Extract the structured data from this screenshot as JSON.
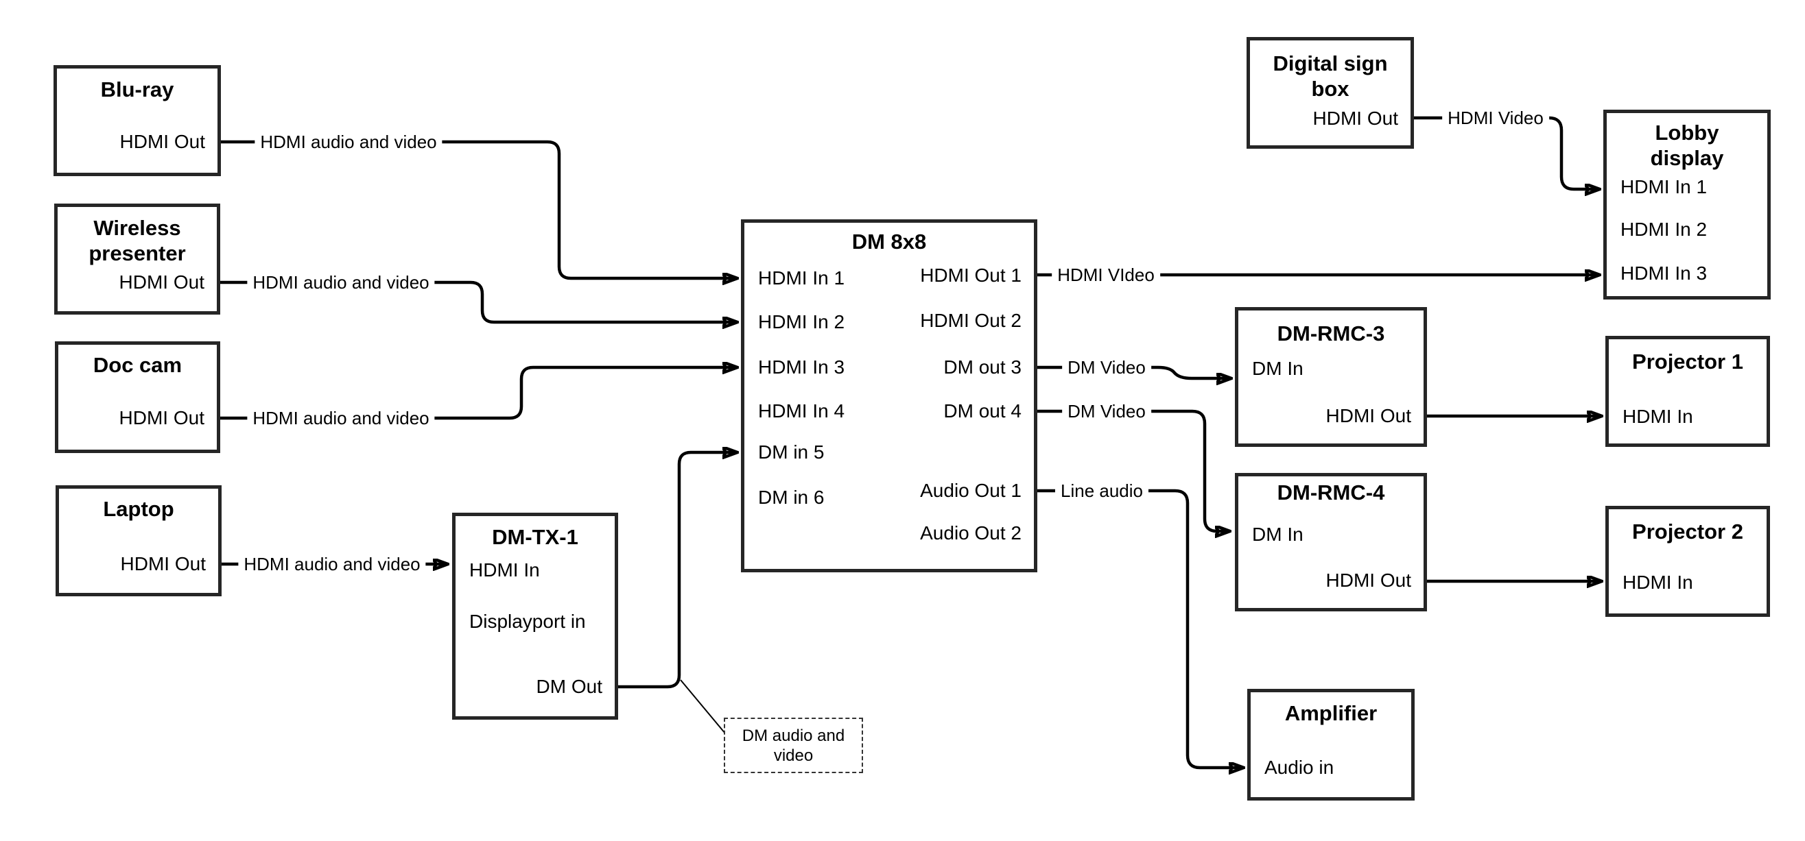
{
  "colors": {
    "background": "#ffffff",
    "box_border": "#262626",
    "connector": "#000000",
    "text": "#000000"
  },
  "boxes": {
    "bluray": {
      "title": "Blu-ray",
      "hdmi_out": "HDMI Out"
    },
    "wireless": {
      "title_line1": "Wireless",
      "title_line2": "presenter",
      "hdmi_out": "HDMI Out"
    },
    "doccam": {
      "title": "Doc cam",
      "hdmi_out": "HDMI Out"
    },
    "laptop": {
      "title": "Laptop",
      "hdmi_out": "HDMI Out"
    },
    "dmtx1": {
      "title": "DM-TX-1",
      "hdmi_in": "HDMI In",
      "displayport_in": "Displayport in",
      "dm_out": "DM Out"
    },
    "dm8x8": {
      "title": "DM 8x8",
      "in1": "HDMI In 1",
      "in2": "HDMI In 2",
      "in3": "HDMI In 3",
      "in4": "HDMI In 4",
      "in5": "DM in 5",
      "in6": "DM in 6",
      "out1": "HDMI Out 1",
      "out2": "HDMI Out 2",
      "out3": "DM out 3",
      "out4": "DM out 4",
      "audio_out1": "Audio Out 1",
      "audio_out2": "Audio Out 2"
    },
    "digitalsign": {
      "title_line1": "Digital sign",
      "title_line2": "box",
      "hdmi_out": "HDMI Out"
    },
    "lobby": {
      "title_line1": "Lobby",
      "title_line2": "display",
      "in1": "HDMI In 1",
      "in2": "HDMI In 2",
      "in3": "HDMI In 3"
    },
    "rmc3": {
      "title": "DM-RMC-3",
      "dm_in": "DM In",
      "hdmi_out": "HDMI Out"
    },
    "proj1": {
      "title": "Projector 1",
      "hdmi_in": "HDMI In"
    },
    "rmc4": {
      "title": "DM-RMC-4",
      "dm_in": "DM In",
      "hdmi_out": "HDMI Out"
    },
    "proj2": {
      "title": "Projector 2",
      "hdmi_in": "HDMI In"
    },
    "amplifier": {
      "title": "Amplifier",
      "audio_in": "Audio in"
    }
  },
  "connections": [
    {
      "from": "Blu-ray HDMI Out",
      "to": "DM 8x8 HDMI In 1",
      "label": "HDMI audio and video"
    },
    {
      "from": "Wireless presenter HDMI Out",
      "to": "DM 8x8 HDMI In 2",
      "label": "HDMI audio and video"
    },
    {
      "from": "Doc cam HDMI Out",
      "to": "DM 8x8 HDMI In 3",
      "label": "HDMI audio and video"
    },
    {
      "from": "Laptop HDMI Out",
      "to": "DM-TX-1 HDMI In",
      "label": "HDMI audio and video"
    },
    {
      "from": "DM-TX-1 DM Out",
      "to": "DM 8x8 DM in 5",
      "label": ""
    },
    {
      "from": "DM 8x8 HDMI Out 1",
      "to": "Lobby display HDMI In 3",
      "label": "HDMI VIdeo"
    },
    {
      "from": "Digital sign box HDMI Out",
      "to": "Lobby display HDMI In 1",
      "label": "HDMI Video"
    },
    {
      "from": "DM 8x8 DM out 3",
      "to": "DM-RMC-3 DM In",
      "label": "DM Video"
    },
    {
      "from": "DM 8x8 DM out 4",
      "to": "DM-RMC-4 DM In",
      "label": "DM Video"
    },
    {
      "from": "DM 8x8 Audio Out 1",
      "to": "Amplifier Audio in",
      "label": "Line audio"
    },
    {
      "from": "DM-RMC-3 HDMI Out",
      "to": "Projector 1 HDMI In",
      "label": ""
    },
    {
      "from": "DM-RMC-4 HDMI Out",
      "to": "Projector 2 HDMI In",
      "label": ""
    }
  ],
  "note": {
    "line1": "DM audio and",
    "line2": "video"
  }
}
